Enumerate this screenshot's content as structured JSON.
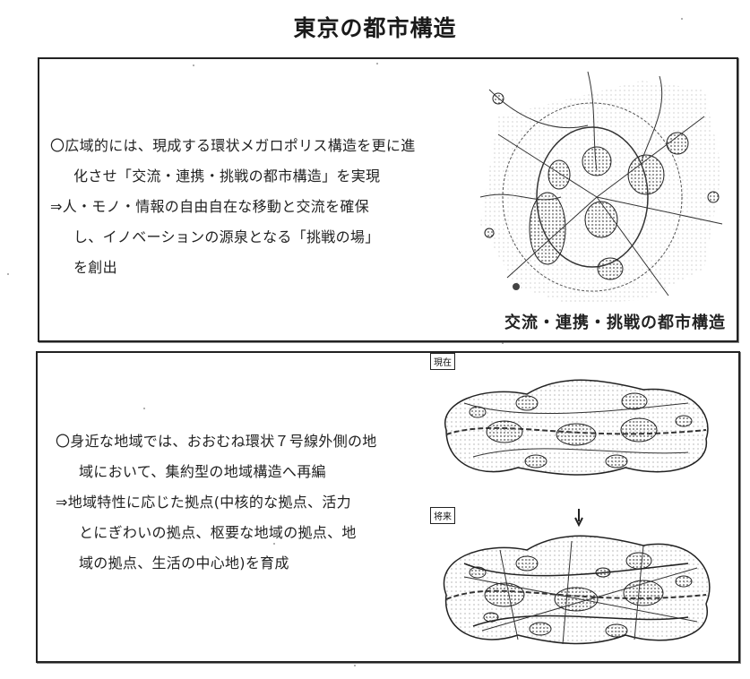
{
  "page_title": "東京の都市構造",
  "box1": {
    "lines": [
      "〇広域的には、現成する環状メガロポリス構造を更に進",
      "化させ「交流・連携・挑戦の都市構造」を実現",
      "⇒人・モノ・情報の自由自在な移動と交流を確保",
      "し、イノベーションの源泉となる「挑戦の場」",
      "を創出"
    ],
    "map_label": "交流・連携・挑戦の都市構造"
  },
  "box2": {
    "lines": [
      "〇身近な地域では、おおむね環状７号線外側の地",
      "域において、集約型の地域構造へ再編",
      "⇒地域特性に応じた拠点(中核的な拠点、活力",
      "とにぎわいの拠点、枢要な地域の拠点、地",
      "域の拠点、生活の中心地)を育成"
    ],
    "tag_current": "現在",
    "tag_future": "将来"
  }
}
